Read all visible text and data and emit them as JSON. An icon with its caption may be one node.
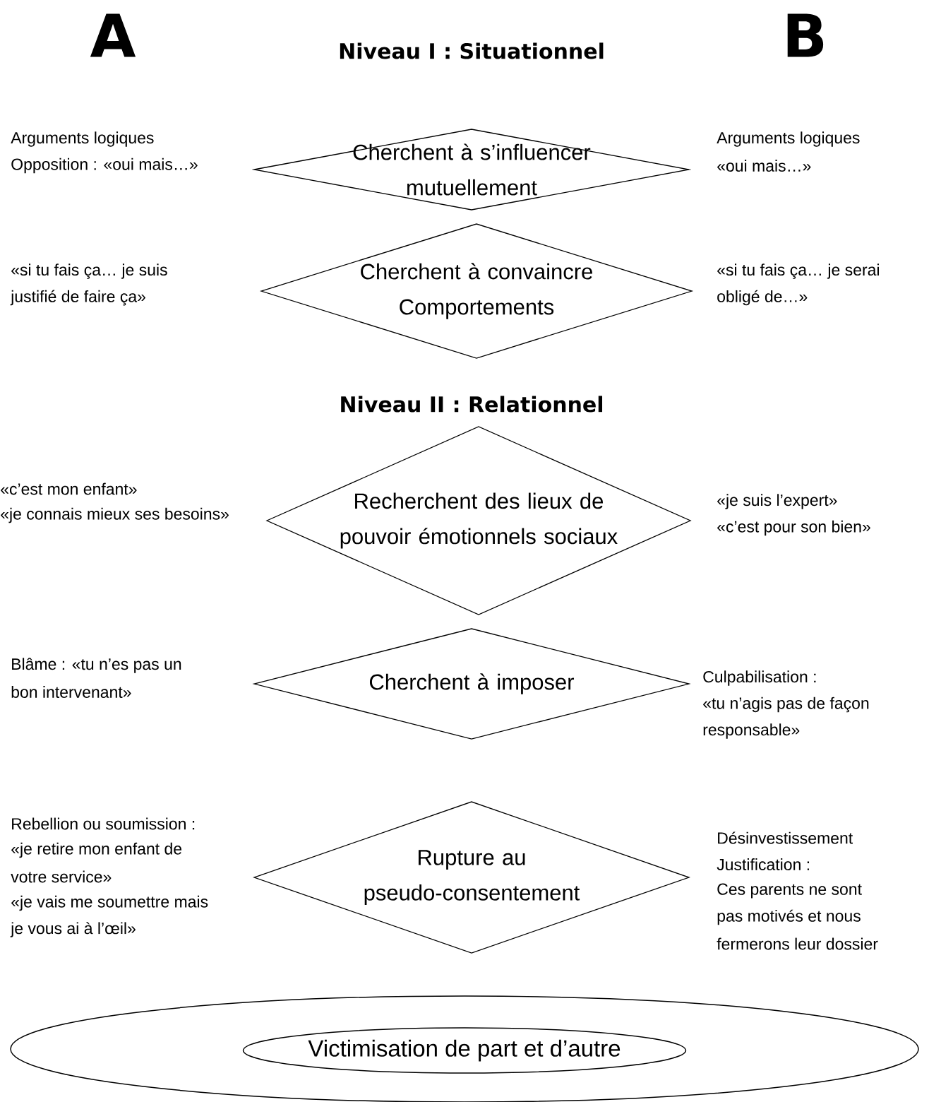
{
  "diagram": {
    "nodes": [
      {
        "text": [
          "Cherchent à s’influencer mutuellement"
        ]
      },
      {
        "text": [
          "Cherchent à convaincre",
          "Comportements"
        ]
      },
      {
        "text": [
          "Recherchent des lieux de pouvoir émotionnels sociaux"
        ]
      },
      {
        "text": [
          "Cherchent à imposer"
        ]
      },
      {
        "text": [
          "Rupture au pseudo-consentement"
        ]
      },
      {
        "text": [],
        "shape": "ellipse"
      },
      {
        "text": [
          "Victimisation de part et d’autre"
        ],
        "in": 5
      }
    ],
    "labels": [
      "A",
      "Niveau I : Situationnel",
      "B",
      "Arguments logiques",
      "Opposition : «oui mais…»",
      "Arguments logiques",
      "«oui mais…»",
      "«si tu fais ça… je suis",
      "justifié de faire ça»",
      "«si tu fais ça… je serai",
      "obligé de…»",
      "Niveau II : Relationnel",
      "«c’est mon enfant»",
      "«je connais mieux ses besoins»",
      "«je suis l’expert»",
      "«c’est pour son bien»",
      "Blâme : «tu n’es pas un",
      "bon intervenant»",
      "Culpabilisation :",
      "«tu n’agis pas de façon",
      "responsable»",
      "Rebellion ou soumission :",
      "«je retire mon enfant de",
      "votre service»",
      "«je vais me soumettre mais",
      "je vous ai à l’œil»",
      "Désinvestissement",
      "Justification :",
      "Ces parents ne sont",
      "pas motivés et nous",
      "fermerons leur dossier"
    ]
  }
}
